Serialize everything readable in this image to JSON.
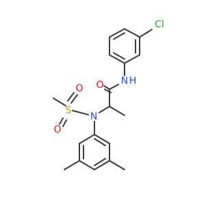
{
  "atoms": {
    "chlorine": "Cl",
    "amide_nh": "N",
    "amide_h": "H",
    "carbonyl_o": "O",
    "sulfonamide_n": "N",
    "sulfur": "S",
    "sulfonyl_o_upper": "O",
    "sulfonyl_o_lower": "O"
  },
  "colors": {
    "bond": "#3a3a3a",
    "carbon": "#3a3a3a",
    "nitrogen": "#3050f8",
    "oxygen": "#ff0d0d",
    "sulfur": "#c8a000",
    "chlorine": "#1fb01f"
  }
}
